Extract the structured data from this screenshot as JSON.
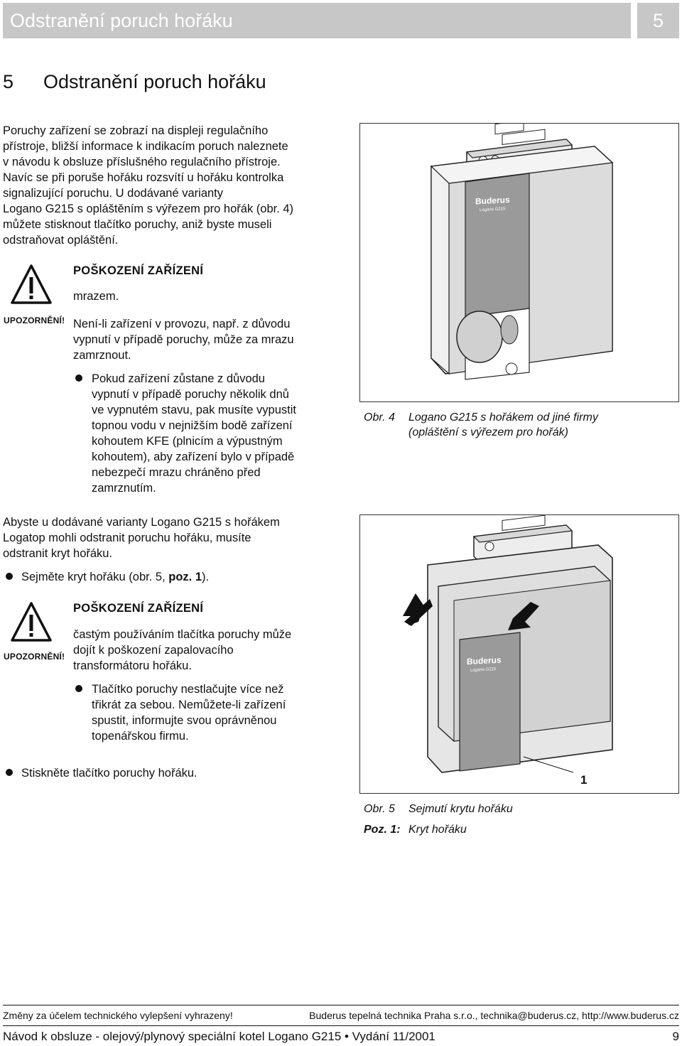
{
  "header": {
    "title": "Odstranění poruch hořáku",
    "number": "5"
  },
  "section": {
    "number": "5",
    "title": "Odstranění poruch hořáku"
  },
  "intro": [
    "Poruchy zařízení se zobrazí na displeji regulačního",
    "přístroje, bližší informace k indikacím poruch naleznete",
    "v návodu k obsluze příslušného regulačního přístroje.",
    "Navíc se při poruše hořáku rozsvítí u hořáku kontrolka",
    "signalizující poruchu. U dodávané varianty",
    "Logano G215 s opláštěním s výřezem pro hořák (obr. 4)",
    "můžete stisknout tlačítko poruchy, aniž byste museli",
    "odstraňovat opláštění."
  ],
  "warning1": {
    "label": "UPOZORNĚNÍ!",
    "title": "POŠKOZENÍ ZAŘÍZENÍ",
    "line1": "mrazem.",
    "text": [
      "Není-li zařízení v provozu, např. z důvodu",
      "vypnutí v případě poruchy, může za mrazu",
      "zamrznout."
    ],
    "bullet": [
      "Pokud zařízení zůstane z důvodu",
      "vypnutí v případě poruchy několik dnů",
      "ve vypnutém stavu, pak musíte vypustit",
      "topnou vodu v nejnižším bodě zařízení",
      "kohoutem KFE (plnicím a výpustným",
      "kohoutem), aby zařízení bylo v případě",
      "nebezpečí mrazu chráněno před",
      "zamrznutím."
    ]
  },
  "para2": [
    "Abyste u dodávané varianty Logano G215 s hořákem",
    "Logatop mohli odstranit poruchu hořáku, musíte",
    "odstranit kryt hořáku."
  ],
  "step1": {
    "text": "Sejměte kryt hořáku (obr. 5, ",
    "bold": "poz. 1",
    "end": ")."
  },
  "warning2": {
    "label": "UPOZORNĚNÍ!",
    "title": "POŠKOZENÍ ZAŘÍZENÍ",
    "text": [
      "častým používáním tlačítka poruchy může",
      "dojít k poškození zapalovacího",
      "transformátoru hořáku."
    ],
    "bullet": [
      "Tlačítko poruchy nestlačujte více než",
      "třikrát za sebou. Nemůžete-li zařízení",
      "spustit, informujte svou oprávněnou",
      "topenářskou firmu."
    ]
  },
  "step2": "Stiskněte tlačítko poruchy hořáku.",
  "fig4": {
    "label": "Obr. 4",
    "caption": [
      "Logano G215 s hořákem od jiné firmy",
      "(opláštění s výřezem pro hořák)"
    ],
    "brand": "Buderus",
    "model": "Logano G215"
  },
  "fig5": {
    "label": "Obr. 5",
    "caption": "Sejmutí krytu hořáku",
    "pos_label": "Poz. 1:",
    "pos_text": "Kryt hořáku",
    "callout": "1",
    "brand": "Buderus",
    "model": "Logano G215"
  },
  "footer": {
    "left": "Změny za účelem technického vylepšení vyhrazeny!",
    "right": "Buderus tepelná technika Praha s.r.o., technika@buderus.cz, http://www.buderus.cz",
    "bottom": "Návod k obsluze - olejový/plynový speciální kotel Logano G215 • Vydání 11/2001",
    "page": "9"
  },
  "colors": {
    "header_bar": "#c7c7c7",
    "panel_dark": "#9a9a9a",
    "text": "#111111"
  }
}
